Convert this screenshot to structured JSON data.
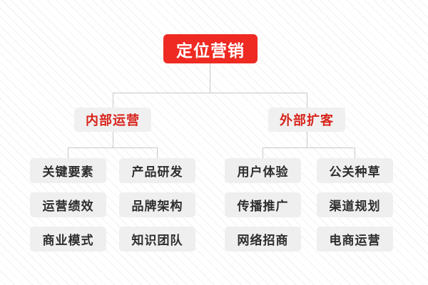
{
  "diagram": {
    "type": "org-tree",
    "title": "定位营销",
    "colors": {
      "root_bg": "#ee2a22",
      "root_text": "#ffffff",
      "branch_bg": "#f0f0f0",
      "branch_text": "#d7241b",
      "leaf_bg": "#efefef",
      "leaf_text": "#2d2d2d",
      "connector": "#c9c9c9",
      "background": "#fdfdfd"
    },
    "root": {
      "label": "定位营销"
    },
    "branches": [
      {
        "label": "内部运营",
        "leaves": [
          "关键要素",
          "产品研发",
          "运营绩效",
          "品牌架构",
          "商业模式",
          "知识团队"
        ]
      },
      {
        "label": "外部扩客",
        "leaves": [
          "用户体验",
          "公关种草",
          "传播推广",
          "渠道规划",
          "网络招商",
          "电商运营"
        ]
      }
    ]
  }
}
